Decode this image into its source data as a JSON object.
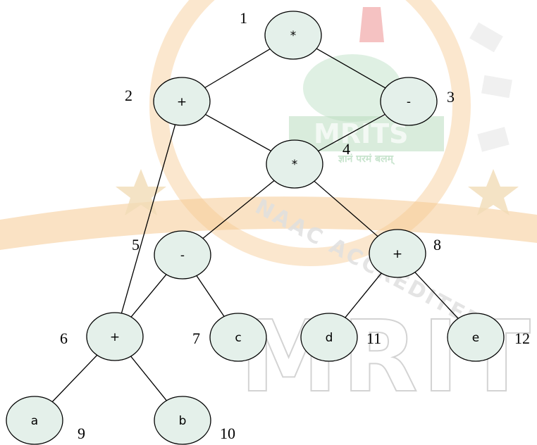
{
  "watermark": {
    "banner_text": "MRITS",
    "big_text": "MRITS",
    "ring_text": "NAAC ACCREDITED",
    "tagline": "ज्ञानं परमं बलम्",
    "colors": {
      "orange": "#f6ca93",
      "green": "#b9ddc0",
      "red": "#ef9a9a",
      "gray": "#d6d6d6"
    }
  },
  "tree": {
    "node_fill": "#e4f0ea",
    "nodes": [
      {
        "id": "1",
        "label": "*"
      },
      {
        "id": "2",
        "label": "+"
      },
      {
        "id": "3",
        "label": "-"
      },
      {
        "id": "4",
        "label": "*"
      },
      {
        "id": "5",
        "label": "-"
      },
      {
        "id": "6",
        "label": "+"
      },
      {
        "id": "7",
        "label": "c"
      },
      {
        "id": "8",
        "label": "+"
      },
      {
        "id": "9",
        "label": "a"
      },
      {
        "id": "10",
        "label": "b"
      },
      {
        "id": "11",
        "label": "d"
      },
      {
        "id": "12",
        "label": "e"
      }
    ],
    "edges": [
      [
        "1",
        "2"
      ],
      [
        "1",
        "3"
      ],
      [
        "2",
        "4"
      ],
      [
        "3",
        "4"
      ],
      [
        "2",
        "6"
      ],
      [
        "4",
        "5"
      ],
      [
        "4",
        "8"
      ],
      [
        "5",
        "6"
      ],
      [
        "5",
        "7"
      ],
      [
        "6",
        "9"
      ],
      [
        "6",
        "10"
      ],
      [
        "8",
        "11"
      ],
      [
        "8",
        "12"
      ]
    ]
  }
}
